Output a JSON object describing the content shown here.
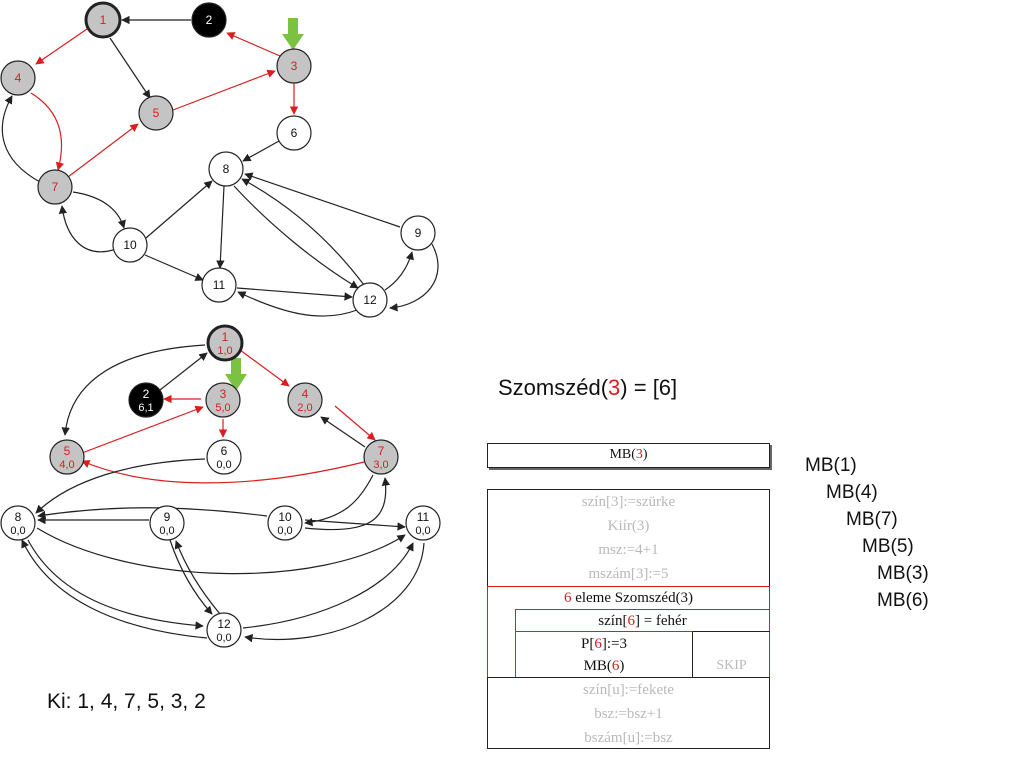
{
  "graph1": {
    "nodes": [
      {
        "id": "1",
        "label": "1",
        "color": "gray",
        "label_color": "#d81e1e",
        "thick": true
      },
      {
        "id": "2",
        "label": "2",
        "color": "black",
        "label_color": "#ffffff"
      },
      {
        "id": "3",
        "label": "3",
        "color": "gray",
        "label_color": "#d81e1e"
      },
      {
        "id": "4",
        "label": "4",
        "color": "gray",
        "label_color": "#d81e1e"
      },
      {
        "id": "5",
        "label": "5",
        "color": "gray",
        "label_color": "#d81e1e"
      },
      {
        "id": "6",
        "label": "6",
        "color": "white",
        "label_color": "#111111"
      },
      {
        "id": "7",
        "label": "7",
        "color": "gray",
        "label_color": "#d81e1e"
      },
      {
        "id": "8",
        "label": "8",
        "color": "white",
        "label_color": "#111111"
      },
      {
        "id": "9",
        "label": "9",
        "color": "white",
        "label_color": "#111111"
      },
      {
        "id": "10",
        "label": "10",
        "color": "white",
        "label_color": "#111111"
      },
      {
        "id": "11",
        "label": "11",
        "color": "white",
        "label_color": "#111111"
      },
      {
        "id": "12",
        "label": "12",
        "color": "white",
        "label_color": "#111111"
      }
    ]
  },
  "graph2": {
    "nodes": [
      {
        "id": "1",
        "label": "1",
        "sub": "1,0",
        "color": "gray",
        "label_color": "#d81e1e",
        "thick": true
      },
      {
        "id": "2",
        "label": "2",
        "sub": "6,1",
        "color": "black",
        "label_color": "#ffffff"
      },
      {
        "id": "3",
        "label": "3",
        "sub": "5,0",
        "color": "gray",
        "label_color": "#d81e1e"
      },
      {
        "id": "4",
        "label": "4",
        "sub": "2,0",
        "color": "gray",
        "label_color": "#d81e1e"
      },
      {
        "id": "5",
        "label": "5",
        "sub": "4,0",
        "color": "gray",
        "label_color": "#d81e1e"
      },
      {
        "id": "6",
        "label": "6",
        "sub": "0,0",
        "color": "white",
        "label_color": "#111111"
      },
      {
        "id": "7",
        "label": "7",
        "sub": "3,0",
        "color": "gray",
        "label_color": "#d81e1e"
      },
      {
        "id": "8",
        "label": "8",
        "sub": "0,0",
        "color": "white",
        "label_color": "#111111"
      },
      {
        "id": "9",
        "label": "9",
        "sub": "0,0",
        "color": "white",
        "label_color": "#111111"
      },
      {
        "id": "10",
        "label": "10",
        "sub": "0,0",
        "color": "white",
        "label_color": "#111111"
      },
      {
        "id": "11",
        "label": "11",
        "sub": "0,0",
        "color": "white",
        "label_color": "#111111"
      },
      {
        "id": "12",
        "label": "12",
        "sub": "0,0",
        "color": "white",
        "label_color": "#111111"
      }
    ]
  },
  "neighbors": {
    "prefix": "Szomszéd(",
    "node": "3",
    "suffix": ") = [6]"
  },
  "struktogram": {
    "header": {
      "prefix": "MB(",
      "node": "3",
      "suffix": ")"
    },
    "lines": {
      "color_gray": "szín[3]:=szürke",
      "print": "Kiír(3)",
      "msz": "msz:=4+1",
      "mszam": "mszám[3]:=5"
    },
    "loop": {
      "node": "6",
      "text": " eleme Szomszéd(3)"
    },
    "condition": {
      "prefix": "szín[",
      "node": "6",
      "suffix": "] = fehér"
    },
    "then1": {
      "prefix": "P[",
      "node": "6",
      "suffix": "]:=3"
    },
    "then2": {
      "prefix": "MB(",
      "node": "6",
      "suffix": ")"
    },
    "else": "SKIP",
    "after": {
      "black": "szín[u]:=fekete",
      "bsz": "bsz:=bsz+1",
      "bszam": "bszám[u]:=bsz"
    }
  },
  "call_stack": [
    "MB(1)",
    "MB(4)",
    "MB(7)",
    "MB(5)",
    "MB(3)",
    "MB(6)"
  ],
  "output": "Ki: 1, 4, 7, 5, 3, 2",
  "colors": {
    "accent": "#d81e1e",
    "gray_node": "#c4c4c4",
    "arrow_green": "#7cc242",
    "inactive_text": "#b9b9b9"
  }
}
